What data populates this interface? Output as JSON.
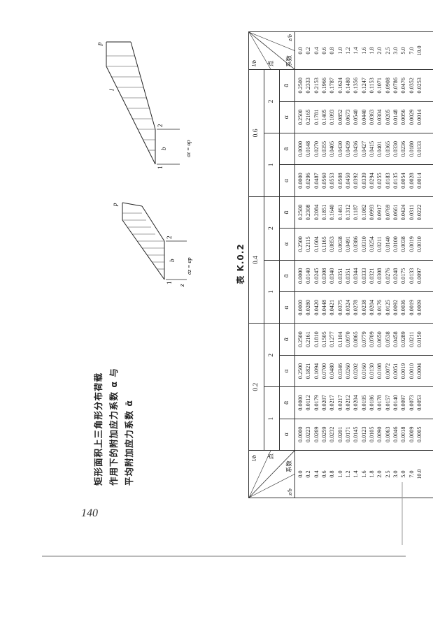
{
  "page": {
    "number": "140"
  },
  "caption": {
    "line1": "矩形面积上三角形分布荷载",
    "line2": "作用下的附加应力系数 α 与",
    "line3": "平均附加应力系数 ᾱ"
  },
  "figures": {
    "left": {
      "labels": [
        "p",
        "1",
        "2",
        "b",
        "z",
        "σz = αp"
      ]
    },
    "right": {
      "labels": [
        "p",
        "1",
        "2",
        "b",
        "l",
        "σz = αp"
      ]
    }
  },
  "table": {
    "title": "表 K.0.2",
    "corner": {
      "lb": "l/b",
      "point": "点",
      "coef": "系数",
      "zb": "z/b"
    },
    "lb_values": [
      "0.2",
      "0.4",
      "0.6"
    ],
    "points": [
      "1",
      "2"
    ],
    "sub_headers": [
      "α",
      "ᾱ"
    ],
    "zb_values": [
      "0.0",
      "0.2",
      "0.4",
      "0.6",
      "0.8",
      "1.0",
      "1.2",
      "1.4",
      "1.6",
      "1.8",
      "2.0",
      "2.5",
      "3.0",
      "5.0",
      "7.0",
      "10.0"
    ],
    "data": [
      [
        "0.0000",
        "0.0223",
        "0.0269",
        "0.0259",
        "0.0232",
        "0.0201",
        "0.0171",
        "0.0145",
        "0.0123",
        "0.0105",
        "0.0090",
        "0.0063",
        "0.0046",
        "0.0018",
        "0.0009",
        "0.0005"
      ],
      [
        "0.0000",
        "0.0112",
        "0.0179",
        "0.0207",
        "0.0217",
        "0.0217",
        "0.0212",
        "0.0204",
        "0.0195",
        "0.0186",
        "0.0178",
        "0.0157",
        "0.0140",
        "0.0097",
        "0.0073",
        "0.0053"
      ],
      [
        "0.2500",
        "0.1821",
        "0.1094",
        "0.0700",
        "0.0480",
        "0.0346",
        "0.0260",
        "0.0202",
        "0.0160",
        "0.0130",
        "0.0108",
        "0.0072",
        "0.0051",
        "0.0019",
        "0.0010",
        "0.0004"
      ],
      [
        "0.2500",
        "0.2161",
        "0.1810",
        "0.1505",
        "0.1277",
        "0.1104",
        "0.0970",
        "0.0865",
        "0.0779",
        "0.0709",
        "0.0650",
        "0.0538",
        "0.0458",
        "0.0289",
        "0.0211",
        "0.0150"
      ],
      [
        "0.0000",
        "0.0280",
        "0.0420",
        "0.0448",
        "0.0421",
        "0.0375",
        "0.0324",
        "0.0278",
        "0.0238",
        "0.0204",
        "0.0176",
        "0.0125",
        "0.0092",
        "0.0036",
        "0.0019",
        "0.0009"
      ],
      [
        "0.0000",
        "0.0140",
        "0.0245",
        "0.0308",
        "0.0340",
        "0.0351",
        "0.0351",
        "0.0344",
        "0.0333",
        "0.0321",
        "0.0308",
        "0.0276",
        "0.0248",
        "0.0175",
        "0.0133",
        "0.0097"
      ],
      [
        "0.2500",
        "0.2115",
        "0.1604",
        "0.1165",
        "0.0853",
        "0.0638",
        "0.0491",
        "0.0386",
        "0.0310",
        "0.0254",
        "0.0211",
        "0.0140",
        "0.0100",
        "0.0038",
        "0.0019",
        "0.0010"
      ],
      [
        "0.2500",
        "0.2308",
        "0.2084",
        "0.1851",
        "0.1640",
        "0.1461",
        "0.1312",
        "0.1187",
        "0.1082",
        "0.0993",
        "0.0917",
        "0.0769",
        "0.0661",
        "0.0424",
        "0.0311",
        "0.0222"
      ],
      [
        "0.0000",
        "0.0296",
        "0.0487",
        "0.0560",
        "0.0553",
        "0.0508",
        "0.0450",
        "0.0392",
        "0.0339",
        "0.0294",
        "0.0255",
        "0.0183",
        "0.0135",
        "0.0054",
        "0.0028",
        "0.0014"
      ],
      [
        "0.0000",
        "0.0148",
        "0.0270",
        "0.0355",
        "0.0405",
        "0.0430",
        "0.0439",
        "0.0436",
        "0.0427",
        "0.0415",
        "0.0401",
        "0.0365",
        "0.0330",
        "0.0236",
        "0.0180",
        "0.0133"
      ],
      [
        "0.2500",
        "0.2165",
        "0.1781",
        "0.1405",
        "0.1093",
        "0.0852",
        "0.0673",
        "0.0540",
        "0.0440",
        "0.0363",
        "0.0304",
        "0.0205",
        "0.0148",
        "0.0056",
        "0.0029",
        "0.0014"
      ],
      [
        "0.2500",
        "0.2333",
        "0.2153",
        "0.1966",
        "0.1787",
        "0.1624",
        "0.1480",
        "0.1356",
        "0.1247",
        "0.1153",
        "0.1071",
        "0.0908",
        "0.0786",
        "0.0476",
        "0.0352",
        "0.0253"
      ]
    ]
  }
}
